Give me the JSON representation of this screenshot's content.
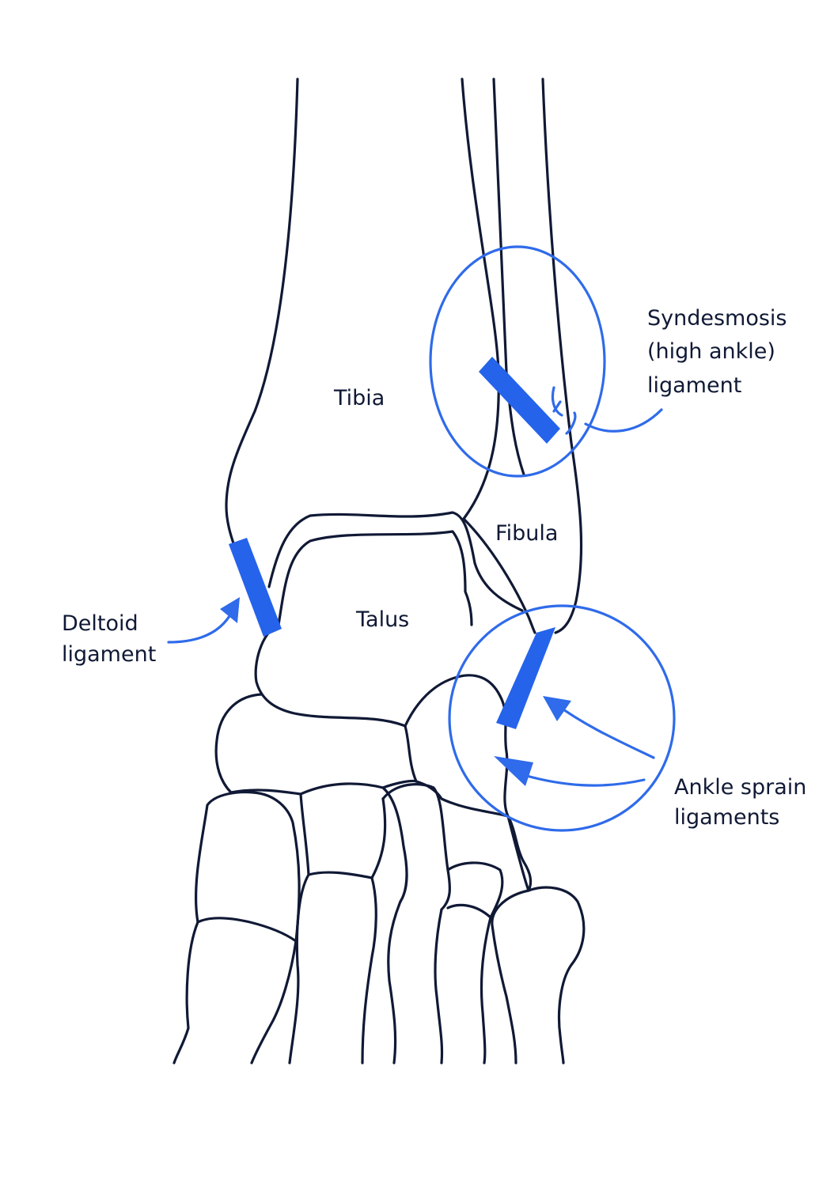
{
  "labels": {
    "tibia": "Tibia",
    "fibula": "Fibula",
    "talus": "Talus",
    "deltoid": [
      "Deltoid",
      "ligament"
    ],
    "syndesmosis": [
      "Syndesmosis",
      "(high ankle)",
      "ligament"
    ],
    "ankle_sprain": [
      "Ankle sprain",
      "ligaments"
    ]
  },
  "colors": {
    "outline": "#101935",
    "accent": "#2f6bea",
    "ligament": "#2563eb",
    "background": "#ffffff"
  }
}
